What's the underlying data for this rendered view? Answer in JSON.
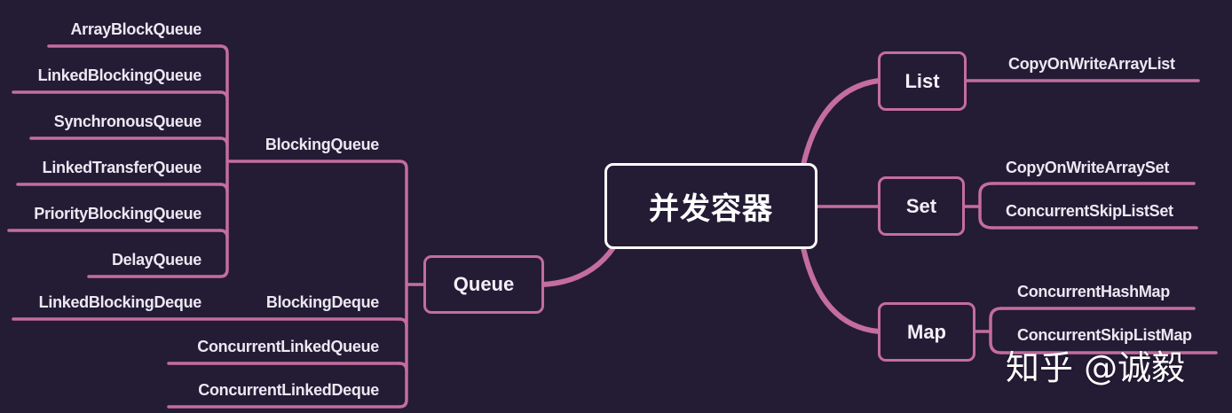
{
  "root": {
    "label": "并发容器"
  },
  "colors": {
    "background": "#241b35",
    "connector": "#c46d9e",
    "root_border": "#ffffff",
    "text": "#ece8f2"
  },
  "queue": {
    "label": "Queue",
    "blocking_queue": {
      "label": "BlockingQueue",
      "children": [
        "ArrayBlockQueue",
        "LinkedBlockingQueue",
        "SynchronousQueue",
        "LinkedTransferQueue",
        "PriorityBlockingQueue",
        "DelayQueue"
      ]
    },
    "blocking_deque": {
      "label": "BlockingDeque",
      "children": [
        "LinkedBlockingDeque"
      ]
    },
    "others": [
      "ConcurrentLinkedQueue",
      "ConcurrentLinkedDeque"
    ]
  },
  "list": {
    "label": "List",
    "children": [
      "CopyOnWriteArrayList"
    ]
  },
  "set": {
    "label": "Set",
    "children": [
      "CopyOnWriteArraySet",
      "ConcurrentSkipListSet"
    ]
  },
  "map": {
    "label": "Map",
    "children": [
      "ConcurrentHashMap",
      "ConcurrentSkipListMap"
    ]
  },
  "watermark": {
    "text": "知乎 @诚毅"
  }
}
